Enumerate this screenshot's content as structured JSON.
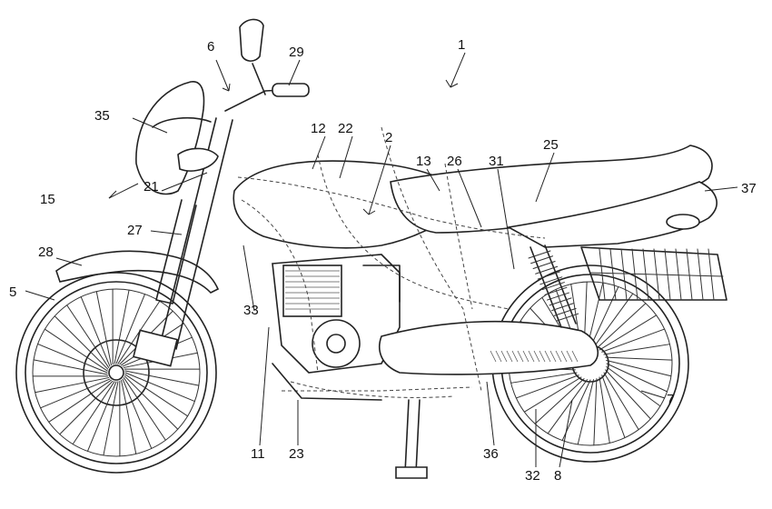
{
  "figure": {
    "reference_numerals": [
      {
        "id": "n1",
        "label": "1"
      },
      {
        "id": "n2",
        "label": "2"
      },
      {
        "id": "n5",
        "label": "5"
      },
      {
        "id": "n6",
        "label": "6"
      },
      {
        "id": "n7",
        "label": "7"
      },
      {
        "id": "n8",
        "label": "8"
      },
      {
        "id": "n11",
        "label": "11"
      },
      {
        "id": "n12",
        "label": "12"
      },
      {
        "id": "n13",
        "label": "13"
      },
      {
        "id": "n15",
        "label": "15"
      },
      {
        "id": "n21",
        "label": "21"
      },
      {
        "id": "n22",
        "label": "22"
      },
      {
        "id": "n23",
        "label": "23"
      },
      {
        "id": "n25",
        "label": "25"
      },
      {
        "id": "n26",
        "label": "26"
      },
      {
        "id": "n27",
        "label": "27"
      },
      {
        "id": "n28",
        "label": "28"
      },
      {
        "id": "n29",
        "label": "29"
      },
      {
        "id": "n31",
        "label": "31"
      },
      {
        "id": "n32",
        "label": "32"
      },
      {
        "id": "n33",
        "label": "33"
      },
      {
        "id": "n35",
        "label": "35"
      },
      {
        "id": "n36",
        "label": "36"
      },
      {
        "id": "n37",
        "label": "37"
      }
    ]
  }
}
